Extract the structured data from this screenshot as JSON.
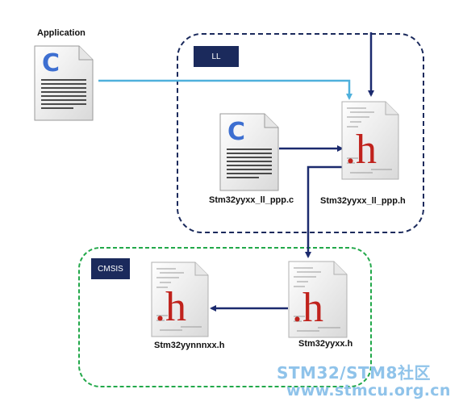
{
  "labels": {
    "application": "Application",
    "ll_group": "LL",
    "cmsis_group": "CMSIS",
    "ll_source_file": "Stm32yyxx_ll_ppp.c",
    "ll_header_file": "Stm32yyxx_ll_ppp.h",
    "device_header_file": "Stm32yyxx.h",
    "core_header_file": "Stm32yynnnxx.h"
  },
  "icon_letters": {
    "c_file": "C",
    "h_file": ".h"
  },
  "watermark": {
    "line1": "STM32/STM8社区",
    "line2": "www.stmcu.org.cn"
  },
  "colors": {
    "ll_border": "#1b2a5c",
    "cmsis_border": "#22a84a",
    "arrow_dark": "#1b2a6e",
    "arrow_light": "#4fb0dc",
    "c_letter": "#3d6fd1",
    "h_letter": "#c0221c"
  }
}
